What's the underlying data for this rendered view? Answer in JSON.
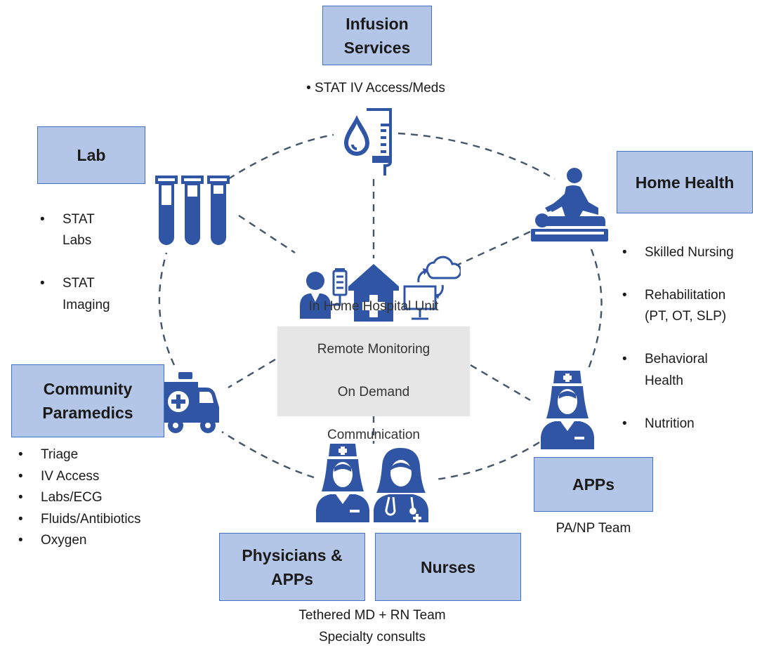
{
  "colors": {
    "box_fill": "#b4c6e7",
    "box_border": "#4472c4",
    "icon": "#2f55a4",
    "dashed_line": "#44546a",
    "center_fill": "#e7e6e6"
  },
  "center": {
    "lines": [
      "In Home Hospital Unit",
      "Remote Monitoring",
      "On Demand",
      "Communication"
    ]
  },
  "nodes": {
    "infusion": {
      "title": "Infusion\nServices",
      "caption": "•  STAT IV Access/Meds",
      "icon": "iv-bag-icon"
    },
    "lab": {
      "title": "Lab",
      "items": [
        "STAT\nLabs",
        "STAT\nImaging"
      ],
      "icon": "test-tubes-icon"
    },
    "home_health": {
      "title": "Home Health",
      "items": [
        "Skilled Nursing",
        "Rehabilitation\n(PT, OT, SLP)",
        "Behavioral\nHealth",
        "Nutrition"
      ],
      "icon": "physical-therapy-icon"
    },
    "paramedics": {
      "title": "Community\nParamedics",
      "items": [
        "Triage",
        "IV Access",
        "Labs/ECG",
        "Fluids/Antibiotics",
        "Oxygen"
      ],
      "icon": "ambulance-icon"
    },
    "apps": {
      "title": "APPs",
      "caption": "PA/NP Team",
      "icon": "nurse-icon"
    },
    "physicians": {
      "title": "Physicians &\nAPPs",
      "icon": "nurse-icon"
    },
    "nurses": {
      "title": "Nurses",
      "icon": "doctor-stethoscope-icon"
    },
    "team_caption": "Tethered MD + RN Team\nSpecialty consults"
  }
}
